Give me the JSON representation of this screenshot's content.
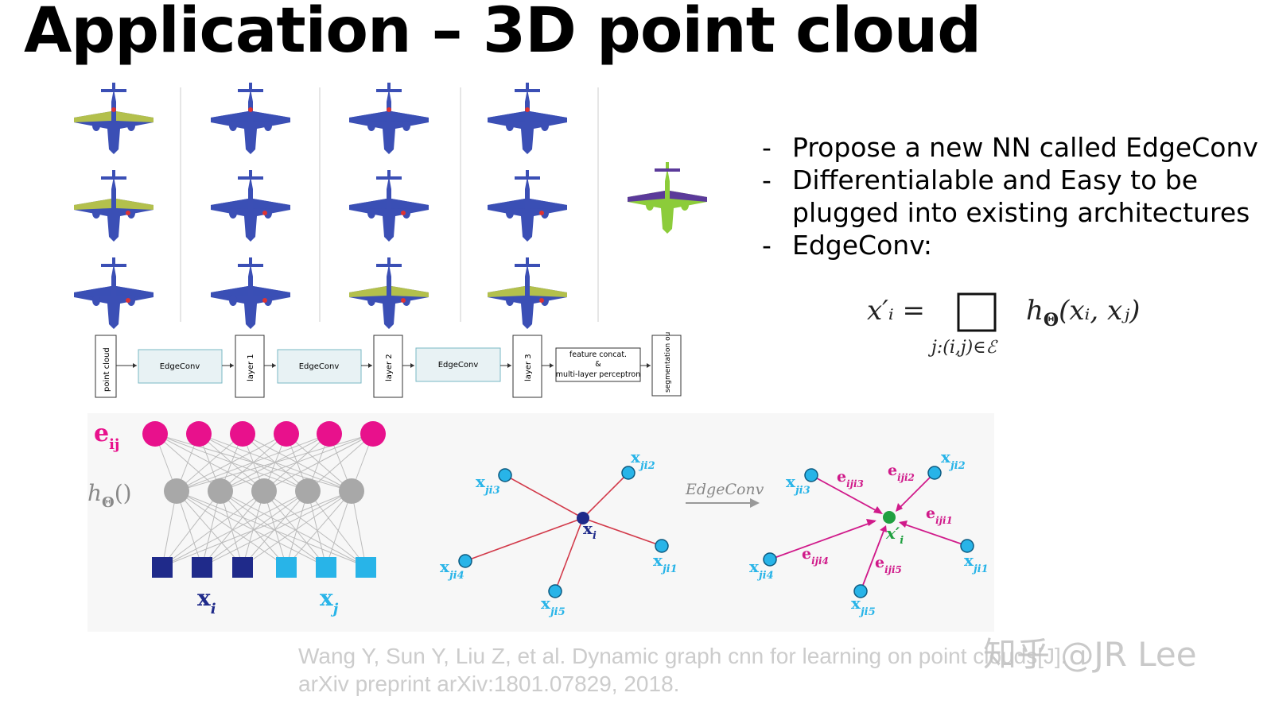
{
  "title": "Application – 3D point cloud",
  "bullets": [
    {
      "lines": [
        "Propose a new NN called EdgeConv"
      ]
    },
    {
      "lines": [
        "Differentialable and Easy to be",
        "plugged into existing architectures"
      ]
    },
    {
      "lines": [
        "EdgeConv:"
      ]
    }
  ],
  "formula": {
    "lhs": "x′ᵢ =",
    "rhs": "h",
    "rhs_sub": "Θ",
    "rhs_args": "(xᵢ, xⱼ)",
    "agg_sub": "j:(i,j)∈ℰ"
  },
  "pipeline": {
    "blocks": [
      "point cloud",
      "EdgeConv",
      "layer 1",
      "EdgeConv",
      "layer 2",
      "EdgeConv",
      "layer 3",
      "feature concat.",
      "&",
      "multi-layer perceptron",
      "segmentation output"
    ]
  },
  "network": {
    "e_label": "e",
    "e_sub": "ij",
    "h_label": "h",
    "h_sub": "Θ",
    "h_args": "()",
    "xi_label": "x",
    "xi_sub": "i",
    "xj_label": "x",
    "xj_sub": "j"
  },
  "graph_left": {
    "center": "x",
    "center_sub": "i",
    "n1": "ji3",
    "n2": "ji2",
    "n3": "ji4",
    "n4": "ji1",
    "n5": "ji5",
    "x": "x"
  },
  "arrow_label": "EdgeConv",
  "graph_right": {
    "center": "x′",
    "center_sub": "i",
    "e": "e",
    "e1": "iji3",
    "e2": "iji2",
    "e3": "iji1",
    "e4": "iji4",
    "e5": "iji5"
  },
  "citation": [
    "Wang Y, Sun Y, Liu Z, et al. Dynamic graph cnn for learning on point clouds[J].",
    "arXiv preprint arXiv:1801.07829, 2018."
  ],
  "watermark": "知乎 @JR Lee",
  "colors": {
    "plane_blue": "#3b4fb5",
    "plane_yellow": "#c9d43a",
    "plane_green": "#8ccc3a",
    "plane_purple": "#5b3a9a",
    "node_magenta": "#e8118c",
    "node_cyan": "#28b4e8",
    "node_dark": "#1f2a8a",
    "edge_red": "#d23a4a",
    "arrow_magenta": "#d01a8a",
    "center_green": "#20a040"
  }
}
